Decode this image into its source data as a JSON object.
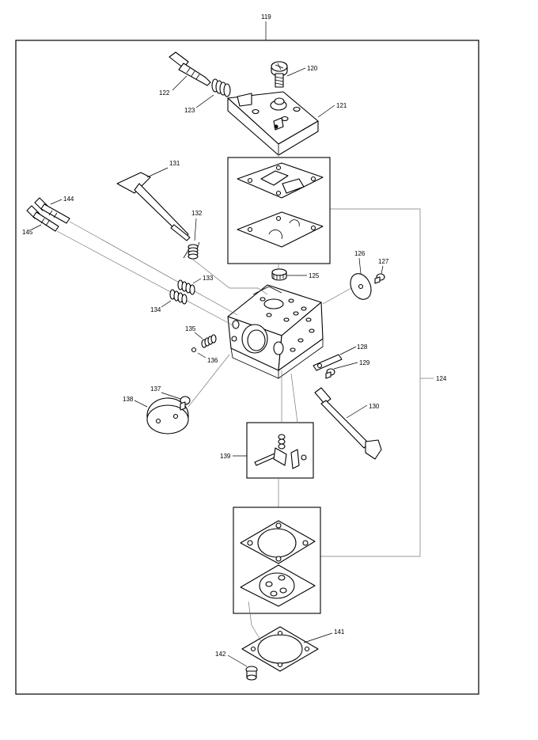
{
  "labels": {
    "l119": "119",
    "l120": "120",
    "l121": "121",
    "l122": "122",
    "l123": "123",
    "l124": "124",
    "l125": "125",
    "l126": "126",
    "l127": "127",
    "l128": "128",
    "l129": "129",
    "l130": "130",
    "l131": "131",
    "l132": "132",
    "l133": "133",
    "l134": "134",
    "l135": "135",
    "l136": "136",
    "l137": "137",
    "l138": "138",
    "l139": "139",
    "l141": "141",
    "l142": "142",
    "l144": "144",
    "l145": "145"
  }
}
